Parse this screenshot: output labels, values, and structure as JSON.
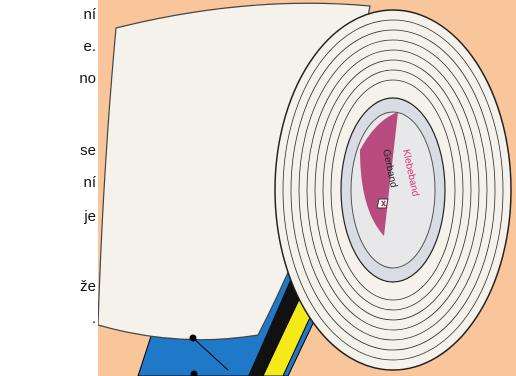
{
  "colors": {
    "background": "#f9c59a",
    "tape_face": "#f4f2ea",
    "layer_blue": "#1f78c8",
    "layer_black": "#111111",
    "layer_yellow": "#f4ea1a",
    "core_pink": "#b0306b",
    "core_label_text": "#d8337a"
  },
  "text_fragments": [
    "ní",
    "e.",
    "no",
    "se",
    "ní",
    "je",
    "že",
    "."
  ],
  "core_label": {
    "brand": "Gerband",
    "product": "Klebeband"
  },
  "icons": [
    "roll-core-logo-icon",
    "pointer-dot-icon"
  ]
}
